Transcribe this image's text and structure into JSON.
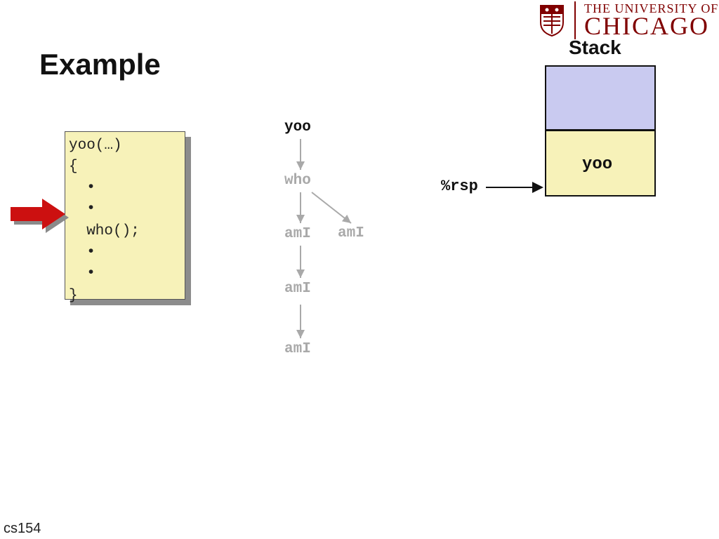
{
  "header": {
    "logo_top": "THE UNIVERSITY OF",
    "logo_main": "CHICAGO",
    "brand_color": "#800000"
  },
  "slide": {
    "title": "Example"
  },
  "code": {
    "lines": [
      "yoo(…)",
      "{",
      "  •",
      "  •",
      "  who();",
      "  •",
      "  •",
      "}"
    ],
    "current_line_marker": "red-arrow-icon"
  },
  "call_tree": {
    "root": "yoo",
    "child": "who",
    "grandchild_left": "amI",
    "grandchild_right": "amI",
    "level3": "amI",
    "level4": "amI"
  },
  "stack": {
    "label": "Stack",
    "frames": [
      "",
      "yoo"
    ],
    "pointer_label": "%rsp",
    "frame_top_color": "#c9caf0",
    "frame_color": "#f7f2b9"
  },
  "footer": {
    "course": "cs154"
  }
}
